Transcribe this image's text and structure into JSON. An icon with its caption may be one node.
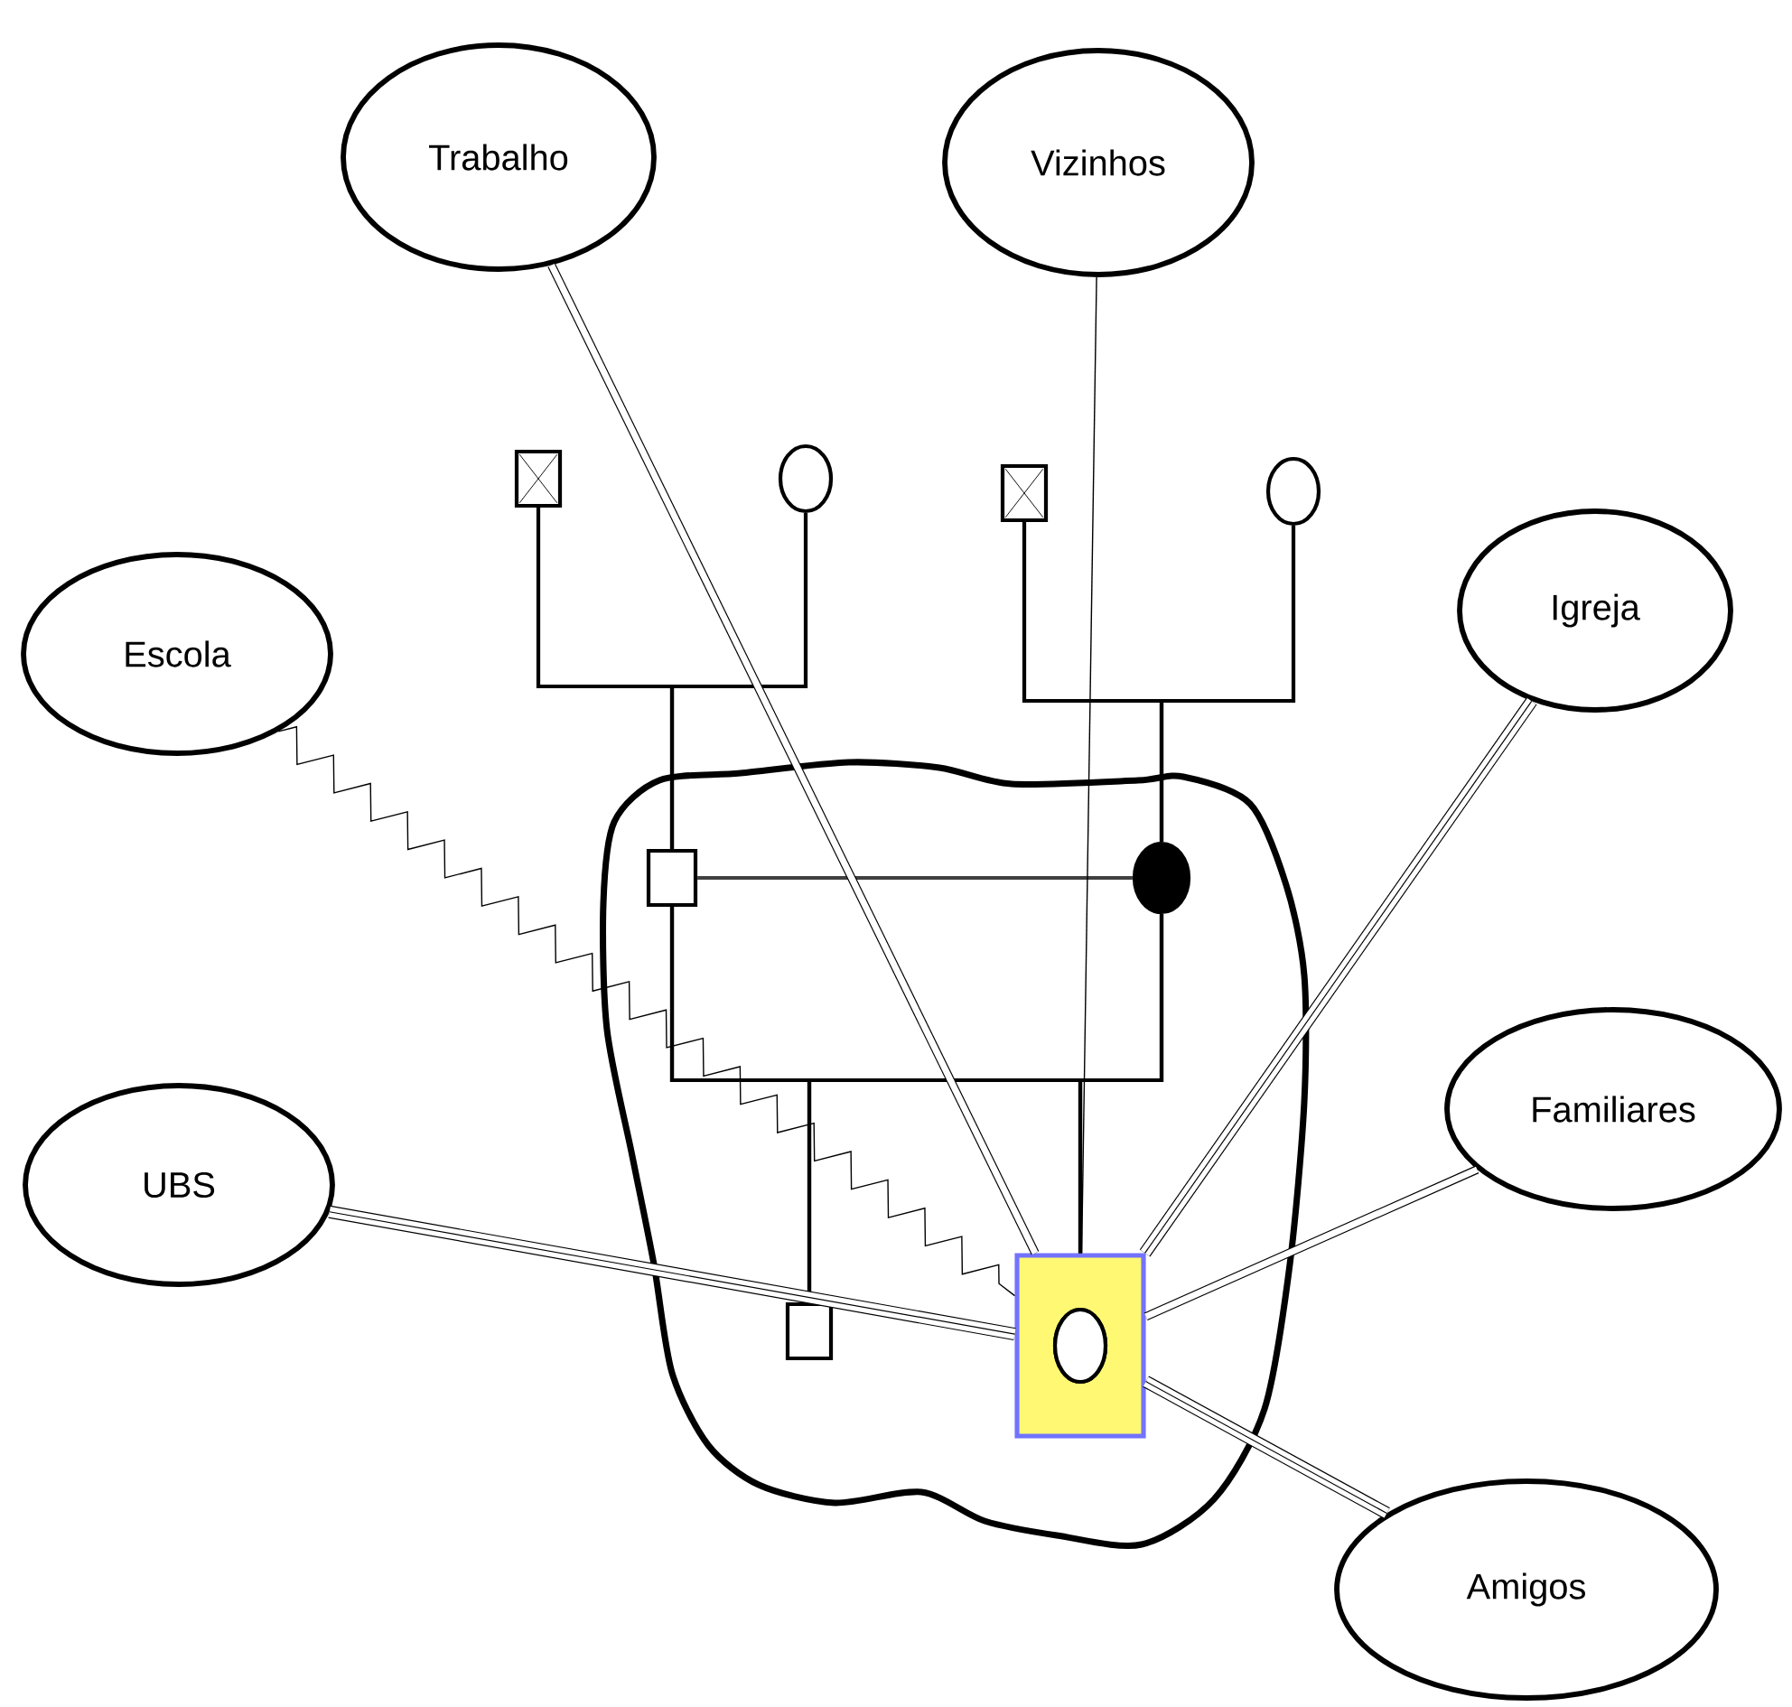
{
  "diagram": {
    "nodes": [
      {
        "text": [
          "Trabalho"
        ]
      },
      {
        "text": [
          "Vizinhos"
        ]
      },
      {
        "text": [
          "Escola"
        ]
      },
      {
        "text": [
          "Igreja"
        ]
      },
      {
        "text": [
          "UBS"
        ]
      },
      {
        "text": [
          "Familiares"
        ]
      },
      {
        "text": [
          "Amigos"
        ]
      },
      {
        "text": [],
        "shape": "box"
      },
      {
        "text": [],
        "shape": "circle"
      },
      {
        "text": [],
        "shape": "box"
      },
      {
        "text": [],
        "shape": "circle"
      },
      {
        "text": [],
        "shape": "box"
      },
      {
        "text": [],
        "shape": "circle"
      },
      {
        "text": [],
        "shape": "box"
      },
      {
        "text": [],
        "shape": "box"
      },
      {
        "text": [],
        "shape": "circle",
        "in": 14
      }
    ],
    "edges": [
      {
        "from": 7,
        "to": 11,
        "arrow": "none"
      },
      {
        "from": 8,
        "to": 11,
        "arrow": "none"
      },
      {
        "from": 9,
        "to": 12,
        "arrow": "none"
      },
      {
        "from": 10,
        "to": 12,
        "arrow": "none"
      },
      {
        "from": 11,
        "to": 12,
        "arrow": "none",
        "color": "#404040"
      },
      {
        "from": 11,
        "to": 13,
        "arrow": "none"
      },
      {
        "from": 12,
        "to": 13,
        "arrow": "none"
      },
      {
        "from": 11,
        "to": 14,
        "arrow": "none"
      },
      {
        "from": 12,
        "to": 14,
        "arrow": "none"
      },
      {
        "from": 0,
        "to": 14,
        "arrow": "none",
        "style": "thick"
      },
      {
        "from": 1,
        "to": 14,
        "arrow": "none"
      },
      {
        "from": 2,
        "to": 14,
        "arrow": "none"
      },
      {
        "from": 3,
        "to": 14,
        "arrow": "none",
        "style": "thick"
      },
      {
        "from": 4,
        "to": 14,
        "arrow": "none",
        "style": "thick"
      },
      {
        "from": 5,
        "to": 14,
        "arrow": "none",
        "style": "thick"
      },
      {
        "from": 6,
        "to": 14,
        "arrow": "none",
        "style": "thick"
      }
    ]
  }
}
